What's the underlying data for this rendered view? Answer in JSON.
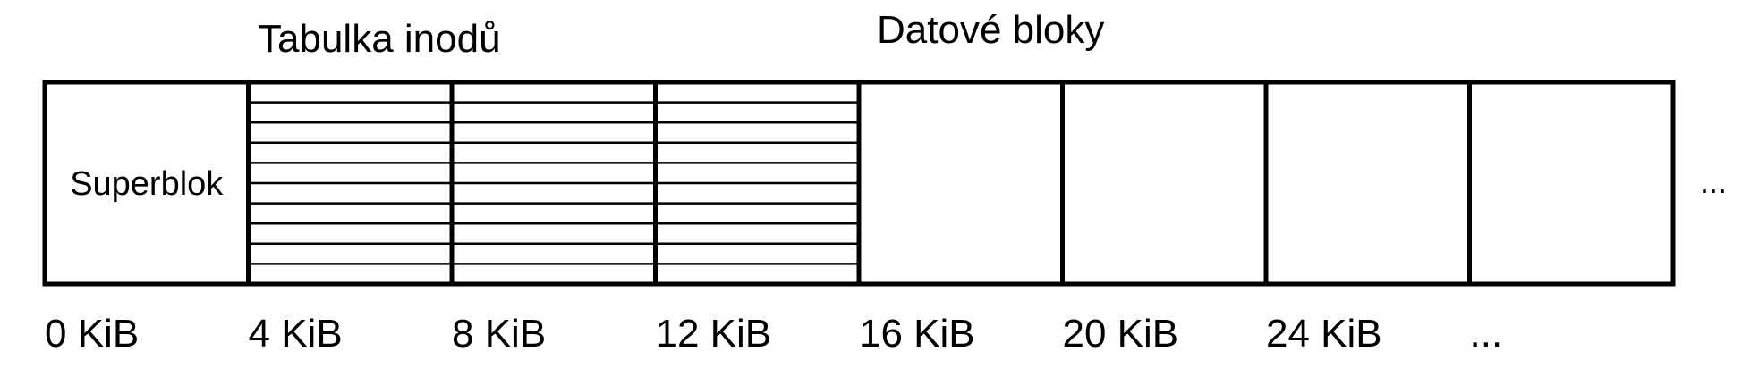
{
  "titles": {
    "inode_table": "Tabulka inodů",
    "data_blocks": "Datové bloky"
  },
  "blocks": [
    {
      "kind": "superblock",
      "label": "Superblok"
    },
    {
      "kind": "inode"
    },
    {
      "kind": "inode"
    },
    {
      "kind": "inode"
    },
    {
      "kind": "data"
    },
    {
      "kind": "data"
    },
    {
      "kind": "data"
    },
    {
      "kind": "data"
    }
  ],
  "offsets": [
    "0 KiB",
    "4 KiB",
    "8 KiB",
    "12 KiB",
    "16 KiB",
    "20 KiB",
    "24 KiB",
    "..."
  ],
  "continuation": "..."
}
